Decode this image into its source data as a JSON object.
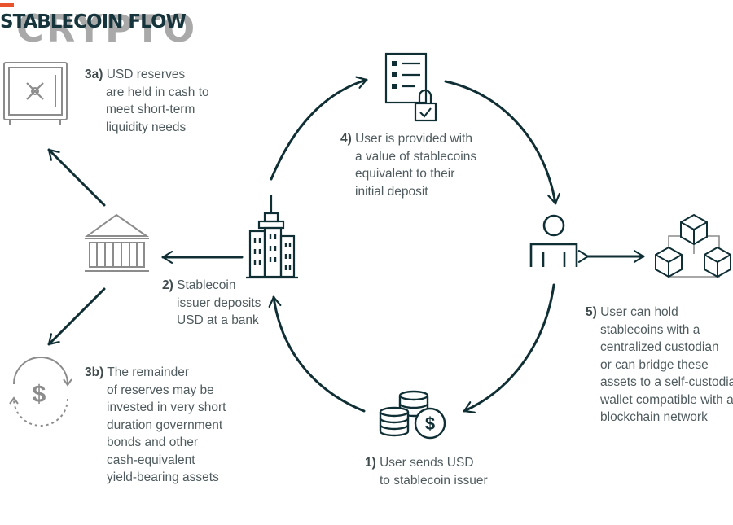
{
  "header": {
    "title": "STABLECOIN FLOW",
    "watermark": "CRYPTO"
  },
  "colors": {
    "primary": "#0f2f35",
    "muted": "#8c8c8c",
    "accent": "#e8522d",
    "text": "#4f5b5e"
  },
  "nodes": [
    {
      "id": "vault",
      "icon": "vault-icon"
    },
    {
      "id": "bank",
      "icon": "bank-icon"
    },
    {
      "id": "dollar-cycle",
      "icon": "dollar-cycle-icon"
    },
    {
      "id": "issuer",
      "icon": "skyscraper-icon"
    },
    {
      "id": "document",
      "icon": "locked-document-icon"
    },
    {
      "id": "user",
      "icon": "user-icon"
    },
    {
      "id": "blockchain",
      "icon": "blockchain-cubes-icon"
    },
    {
      "id": "coins",
      "icon": "coins-dollar-icon"
    }
  ],
  "steps": {
    "step1": {
      "num": "1)",
      "lines": [
        "User sends USD",
        "to stablecoin issuer"
      ]
    },
    "step2": {
      "num": "2)",
      "lines": [
        "Stablecoin",
        "issuer deposits",
        "USD at a bank"
      ]
    },
    "step3a": {
      "num": "3a)",
      "lines": [
        "USD reserves",
        "are held in cash to",
        "meet short-term",
        "liquidity needs"
      ]
    },
    "step3b": {
      "num": "3b)",
      "lines": [
        "The remainder",
        "of reserves may be",
        "invested in very short",
        "duration government",
        "bonds and other",
        "cash-equivalent",
        "yield-bearing assets"
      ]
    },
    "step4": {
      "num": "4)",
      "lines": [
        "User is provided with",
        "a value of stablecoins",
        "equivalent to their",
        "initial deposit"
      ]
    },
    "step5": {
      "num": "5)",
      "lines": [
        "User can hold",
        "stablecoins with a",
        "centralized custodian",
        "or can bridge these",
        "assets to a self-custodial",
        "wallet compatible with a",
        "blockchain network"
      ]
    }
  }
}
